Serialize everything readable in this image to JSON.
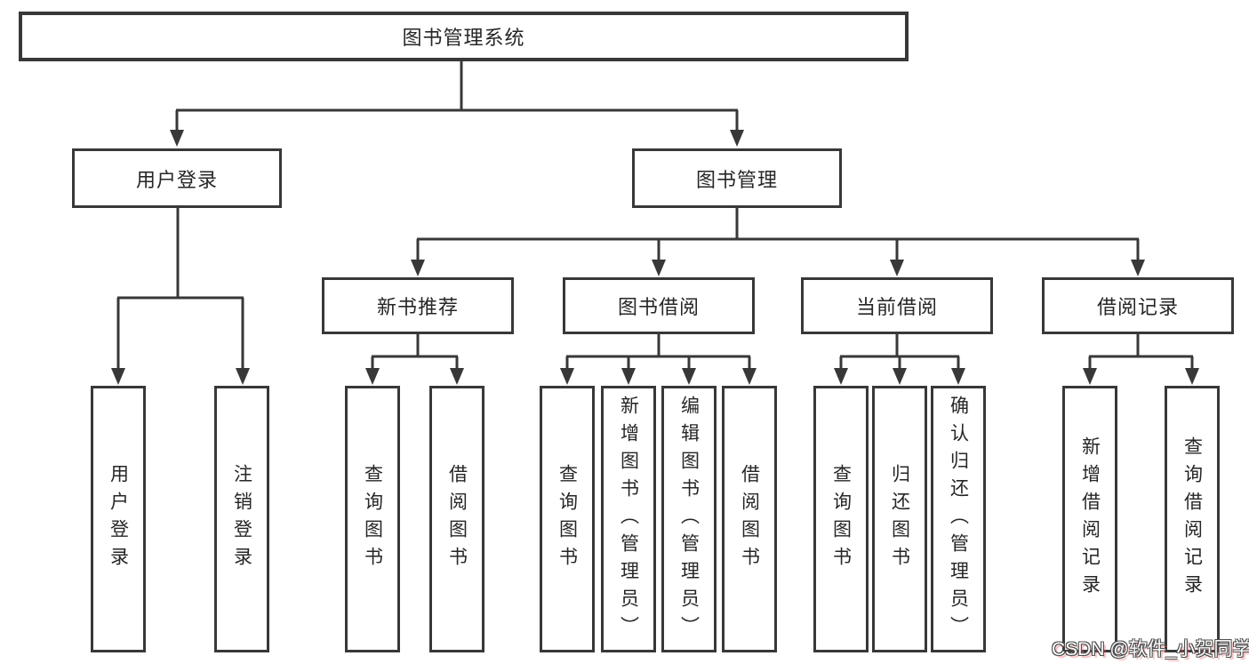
{
  "diagram": {
    "colors": {
      "line": "#383838",
      "box_border": "#383838",
      "box_fill": "#ffffff",
      "text": "#262626",
      "background": "#ffffff",
      "watermark_fill": "#fbfbfb",
      "watermark_outline": "#4e4e4e",
      "watermark_red_shadow": "#eb5d5d"
    },
    "tree": {
      "label": "图书管理系统",
      "children": [
        {
          "label": "用户登录",
          "children": [
            {
              "label": "用户登录"
            },
            {
              "label": "注销登录"
            }
          ]
        },
        {
          "label": "图书管理",
          "children": [
            {
              "label": "新书推荐",
              "children": [
                {
                  "label": "查询图书"
                },
                {
                  "label": "借阅图书"
                }
              ]
            },
            {
              "label": "图书借阅",
              "children": [
                {
                  "label": "查询图书"
                },
                {
                  "label": "新增图书（管理员）"
                },
                {
                  "label": "编辑图书（管理员）"
                },
                {
                  "label": "借阅图书"
                }
              ]
            },
            {
              "label": "当前借阅",
              "children": [
                {
                  "label": "查询图书"
                },
                {
                  "label": "归还图书"
                },
                {
                  "label": "确认归还（管理员）"
                }
              ]
            },
            {
              "label": "借阅记录",
              "children": [
                {
                  "label": "新增借阅记录"
                },
                {
                  "label": "查询借阅记录"
                }
              ]
            }
          ]
        }
      ]
    },
    "watermark": {
      "text": "CSDN @软件_小贺同学"
    }
  }
}
